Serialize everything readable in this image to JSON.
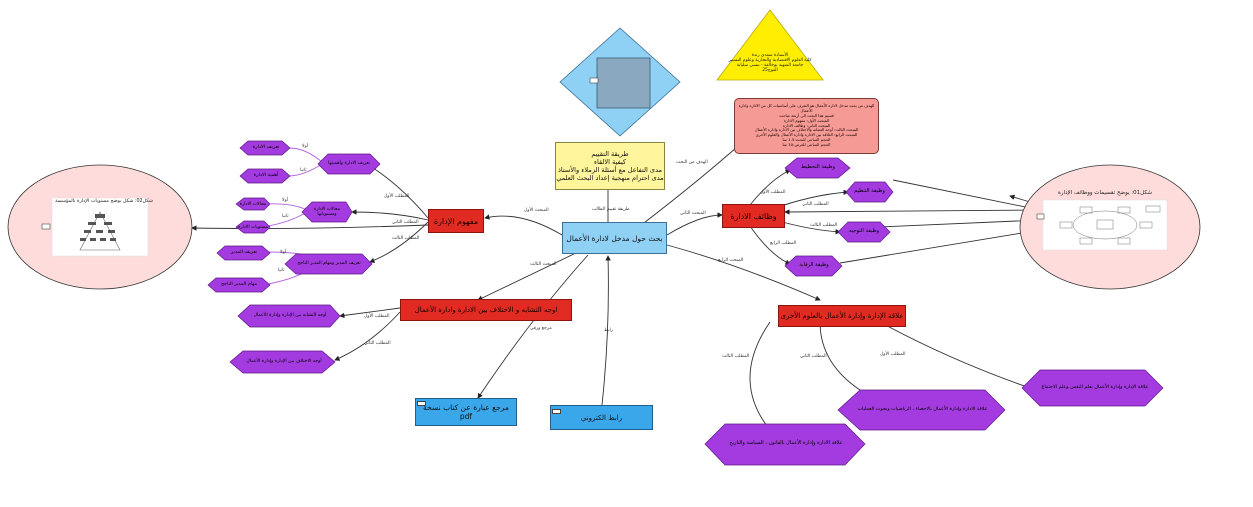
{
  "center": {
    "label": "بحث حول مدخل  لادارة الأعمال"
  },
  "author_triangle": {
    "lines": [
      "الأستاذة سعدي رندة",
      "كلية العلوم الاقتصادية والتجارية وعلوم التسيير",
      "جامعة الشهيد بوخالفة - تبسي سليانة",
      "الفوج25"
    ]
  },
  "evaluation_box": {
    "lines": [
      "طريقة التقييم",
      "كيفية الالقاء",
      "مدى التفاعل مع أسئلة الزملاء والأستاذ",
      "مدى احترام منهجية إعداد البحث العلمي"
    ]
  },
  "objective_box": {
    "lines": [
      "الهدف من بحث مدخل لادارة الأعمال هو التعرف على أساسيات كل من الادارة وادارة الأعمال",
      "قسيم هذا البحث الى أربعة مباحث",
      "المبحث الأول: مفهوم الادارة",
      "المبحث الثاني: وظائف الادارة",
      "المبحث الثالث: أوجه التشابه والاختلاف بين الادارة وادارة الأعمال",
      "المبحث الرابع: العلاقة بين الادارة وادارة الأعمال والعلوم الأخرى",
      "الحجم الساعي للبحث:1.5 سا",
      "الحجم الساعي للعرض:10 سا"
    ]
  },
  "concept": {
    "label": "مفهوم الإدارة",
    "children": [
      "تعريف الادارة وأهميتها",
      "مجالات الادارة ومستوياتها",
      "تعريف المدير ومهام المدير الناجح"
    ],
    "leaves": [
      "تعريف الادارة",
      "أهمية الادارة",
      "مجالات الادارة",
      "مستويات الادارة",
      "تعريف المدير",
      "مهام المدير الناجح"
    ]
  },
  "functions": {
    "label": "وظائف الادارة",
    "children": [
      "وظيفة التخطيط",
      "وظيفة التنظيم",
      "وظيفة التوجيه",
      "وظيفة الرقابة"
    ]
  },
  "similarity": {
    "label": "اوجه التشابه و الاختلاف بين الادارة وادارة الأعمال",
    "children": [
      "أوجه التشابه بين الإدارة وإدارة الأعمال",
      "أوجه الاختلاف بين الإدارة وإدارة الأعمال"
    ]
  },
  "relation": {
    "label": "علاقة الإدارة وإدارة الأعمال بالعلوم الأخرى",
    "children": [
      "علاقة الإدارة وإدارة الأعمال بعلم النفس وعلم الاجتماع",
      "علاقة الادارة وإدارة الأعمال بالاحصاء ، الرياضيات وبحوث العمليات",
      "علاقة الادارة وإدارة الأعمال بالقانون ، السياسة والتاريخ"
    ]
  },
  "reference_box": {
    "label": "مرجع عبارة عن كتاب نسخة pdf"
  },
  "link_box": {
    "label": "رابط الكتروني"
  },
  "left_circle": {
    "caption": "شكل02: شكل يوضح مستويات الإدارة بالمؤسسة"
  },
  "right_circle": {
    "caption": "شكل01: يوضح تقسيمات ووظائف الإدارة"
  },
  "edge_labels": {
    "first": "المبحث الأول",
    "second": "المبحث الثاني",
    "third": "المبحث الثالث",
    "fourth": "المبحث الرابع",
    "objective": "الهدف من البحث",
    "evaluation": "طريقة تقييم الطالب",
    "reference": "مرجع ورقي",
    "link": "رابط",
    "m1": "المطلب الأول",
    "m2": "المطلب الثاني",
    "m3": "المطلب الثالث",
    "m4": "المطلب الرابع",
    "awla": "أولا",
    "thania": "ثانيا"
  },
  "colors": {
    "red": "#e02a22",
    "purple": "#a43be0",
    "light_blue": "#8fd0f5",
    "blue": "#3aa7ea",
    "yellow": "#fff59c",
    "triangle": "#ffee00",
    "salmon": "#f59a94",
    "pink": "#ffdcdc"
  }
}
